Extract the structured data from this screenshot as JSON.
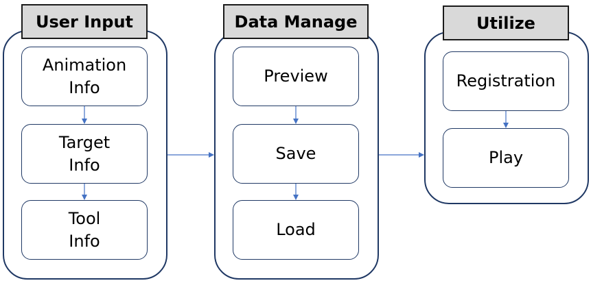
{
  "colors": {
    "group_border": "#1f3864",
    "header_fill": "#d9d9d9",
    "arrow": "#4472c4"
  },
  "groups": [
    {
      "title": "User Input",
      "nodes": [
        {
          "lines": [
            "Animation",
            "Info"
          ]
        },
        {
          "lines": [
            "Target",
            "Info"
          ]
        },
        {
          "lines": [
            "Tool",
            "Info"
          ]
        }
      ]
    },
    {
      "title": "Data Manage",
      "nodes": [
        {
          "lines": [
            "Preview"
          ]
        },
        {
          "lines": [
            "Save"
          ]
        },
        {
          "lines": [
            "Load"
          ]
        }
      ]
    },
    {
      "title": "Utilize",
      "nodes": [
        {
          "lines": [
            "Registration"
          ]
        },
        {
          "lines": [
            "Play"
          ]
        }
      ]
    }
  ]
}
